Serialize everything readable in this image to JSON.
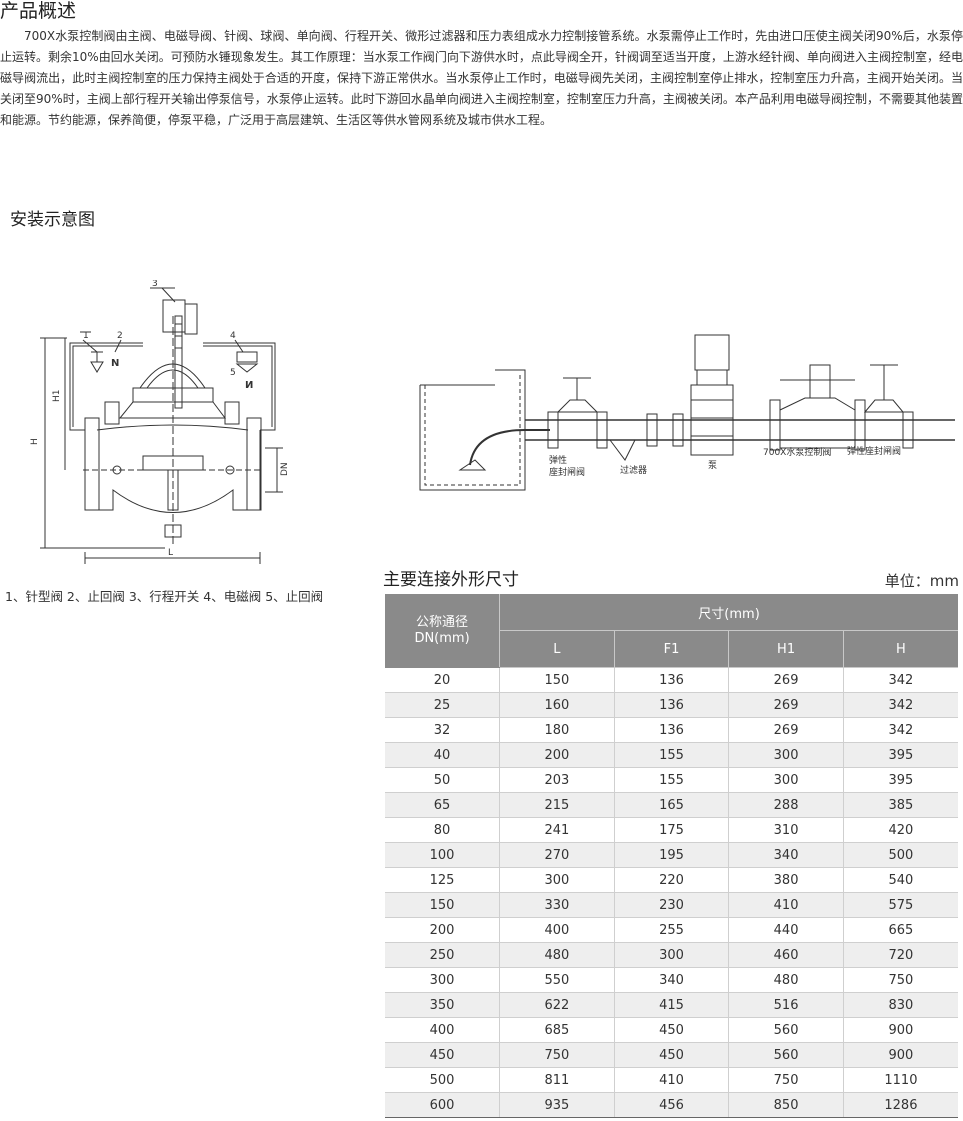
{
  "header": {
    "title": "产品概述"
  },
  "overview": {
    "text": "700X水泵控制阀由主阀、电磁导阀、针阀、球阀、单向阀、行程开关、微形过滤器和压力表组成水力控制接管系统。水泵需停止工作时，先由进口压使主阀关闭90%后，水泵停止运转。剩余10%由回水关闭。可预防水锤现象发生。其工作原理：当水泵工作阀门向下游供水时，点此导阀全开，针阀调至适当开度，上游水经针阀、单向阀进入主阀控制室，经电磁导阀流出，此时主阀控制室的压力保持主阀处于合适的开度，保持下游正常供水。当水泵停止工作时，电磁导阀先关闭，主阀控制室停止排水，控制室压力升高，主阀开始关闭。当关闭至90%时，主阀上部行程开关输出停泵信号，水泵停止运转。此时下游回水晶单向阀进入主阀控制室，控制室压力升高，主阀被关闭。本产品利用电磁导阀控制，不需要其他装置和能源。节约能源，保养简便，停泵平稳，广泛用于高层建筑、生活区等供水管网系统及城市供水工程。"
  },
  "install": {
    "title": "安装示意图"
  },
  "valve_diagram": {
    "labels": {
      "n1": "1",
      "n2": "2",
      "n3": "3",
      "n4": "4",
      "n5": "5",
      "N": "N",
      "H1": "H1",
      "H": "H",
      "DN": "DN",
      "L": "L"
    }
  },
  "legend": {
    "text": "1、针型阀 2、止回阀 3、行程开关 4、电磁阀 5、止回阀"
  },
  "install_diagram": {
    "labels": {
      "gate_valve_1a": "弹性",
      "gate_valve_1b": "座封闸阀",
      "filter": "过滤器",
      "pump": "泵",
      "control_valve": "700X水泵控制阀",
      "gate_valve_2": "弹性座封闸阀"
    }
  },
  "table": {
    "title": "主要连接外形尺寸",
    "unit": "单位：mm",
    "dn_header_1": "公称通径",
    "dn_header_2": "DN(mm)",
    "size_header": "尺寸(mm)",
    "columns": [
      "L",
      "F1",
      "H1",
      "H"
    ],
    "rows": [
      [
        "20",
        "150",
        "136",
        "269",
        "342"
      ],
      [
        "25",
        "160",
        "136",
        "269",
        "342"
      ],
      [
        "32",
        "180",
        "136",
        "269",
        "342"
      ],
      [
        "40",
        "200",
        "155",
        "300",
        "395"
      ],
      [
        "50",
        "203",
        "155",
        "300",
        "395"
      ],
      [
        "65",
        "215",
        "165",
        "288",
        "385"
      ],
      [
        "80",
        "241",
        "175",
        "310",
        "420"
      ],
      [
        "100",
        "270",
        "195",
        "340",
        "500"
      ],
      [
        "125",
        "300",
        "220",
        "380",
        "540"
      ],
      [
        "150",
        "330",
        "230",
        "410",
        "575"
      ],
      [
        "200",
        "400",
        "255",
        "440",
        "665"
      ],
      [
        "250",
        "480",
        "300",
        "460",
        "720"
      ],
      [
        "300",
        "550",
        "340",
        "480",
        "750"
      ],
      [
        "350",
        "622",
        "415",
        "516",
        "830"
      ],
      [
        "400",
        "685",
        "450",
        "560",
        "900"
      ],
      [
        "450",
        "750",
        "450",
        "560",
        "900"
      ],
      [
        "500",
        "811",
        "410",
        "750",
        "1110"
      ],
      [
        "600",
        "935",
        "456",
        "850",
        "1286"
      ]
    ]
  }
}
